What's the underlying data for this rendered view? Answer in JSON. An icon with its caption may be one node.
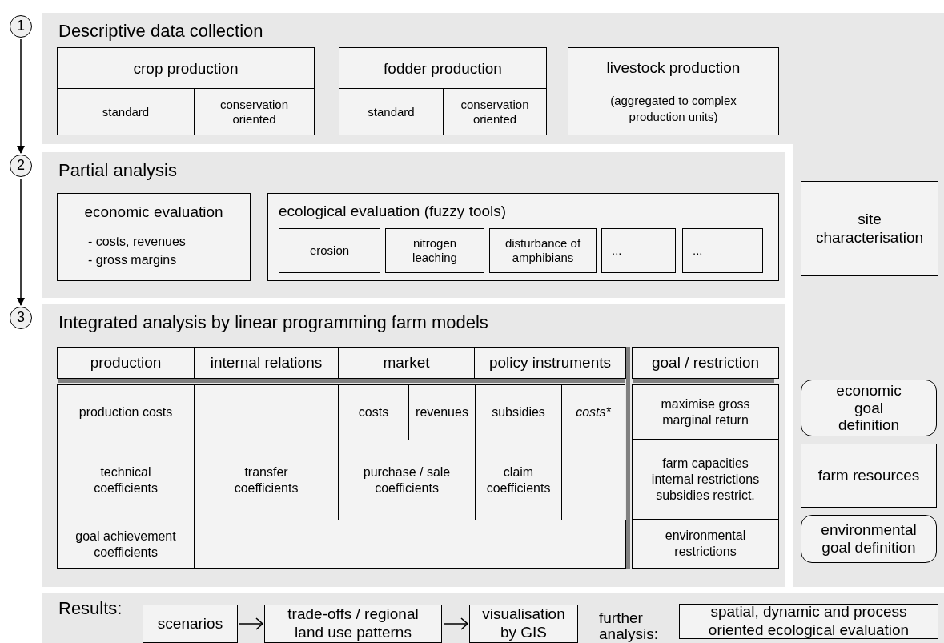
{
  "diagram": {
    "nodes": [
      {
        "text": [
          "1"
        ]
      },
      {
        "text": [
          "Descriptive data collection"
        ]
      },
      {
        "text": [
          "crop production"
        ],
        "in": 1
      },
      {
        "text": [
          "standard"
        ],
        "in": 2
      },
      {
        "text": [
          "conservation oriented"
        ],
        "in": 2
      },
      {
        "text": [
          "fodder production"
        ],
        "in": 1
      },
      {
        "text": [
          "standard"
        ],
        "in": 5
      },
      {
        "text": [
          "conservation oriented"
        ],
        "in": 5
      },
      {
        "text": [
          "livestock production",
          "(aggregated to complex production units)"
        ],
        "in": 1
      },
      {
        "text": [
          "2"
        ]
      },
      {
        "text": [
          "Partial analysis"
        ]
      },
      {
        "text": [
          "economic evaluation",
          "- costs, revenues",
          "- gross margins"
        ],
        "in": 10
      },
      {
        "text": [
          "ecological evaluation (fuzzy tools)"
        ],
        "in": 10
      },
      {
        "text": [
          "erosion"
        ],
        "in": 12
      },
      {
        "text": [
          "nitrogen leaching"
        ],
        "in": 12
      },
      {
        "text": [
          "disturbance of amphibians"
        ],
        "in": 12
      },
      {
        "text": [
          "..."
        ],
        "in": 12
      },
      {
        "text": [
          "..."
        ],
        "in": 12
      },
      {
        "text": [
          "site characterisation"
        ]
      },
      {
        "text": [
          "3"
        ]
      },
      {
        "text": [
          "Integrated analysis by linear programming farm models"
        ]
      },
      {
        "text": [
          "economic goal definition"
        ]
      },
      {
        "text": [
          "farm resources"
        ]
      },
      {
        "text": [
          "environmental goal definition"
        ]
      },
      {
        "text": [
          "Results:"
        ]
      },
      {
        "text": [
          "scenarios"
        ],
        "in": 24
      },
      {
        "text": [
          "trade-offs / regional land use patterns"
        ],
        "in": 24
      },
      {
        "text": [
          "visualisation by GIS"
        ],
        "in": 24
      },
      {
        "text": [
          "spatial, dynamic and process oriented ecological evaluation"
        ],
        "in": 24
      }
    ],
    "edges": [
      {
        "from": 0,
        "to": 9,
        "arrow": "to"
      },
      {
        "from": 9,
        "to": 19,
        "arrow": "to"
      },
      {
        "from": 25,
        "to": 26,
        "arrow": "to"
      },
      {
        "from": 26,
        "to": 27,
        "arrow": "to"
      }
    ],
    "labels": [
      "production",
      "internal relations",
      "market",
      "policy instruments",
      "goal / restriction",
      "production costs",
      "costs",
      "revenues",
      "subsidies",
      "costs*",
      "maximise gross marginal return",
      "technical coefficients",
      "transfer coefficients",
      "purchase / sale coefficients",
      "claim coefficients",
      "farm capacities internal restrictions subsidies restrict.",
      "goal achievement coefficients",
      "environmental restrictions",
      "further analysis:"
    ]
  }
}
